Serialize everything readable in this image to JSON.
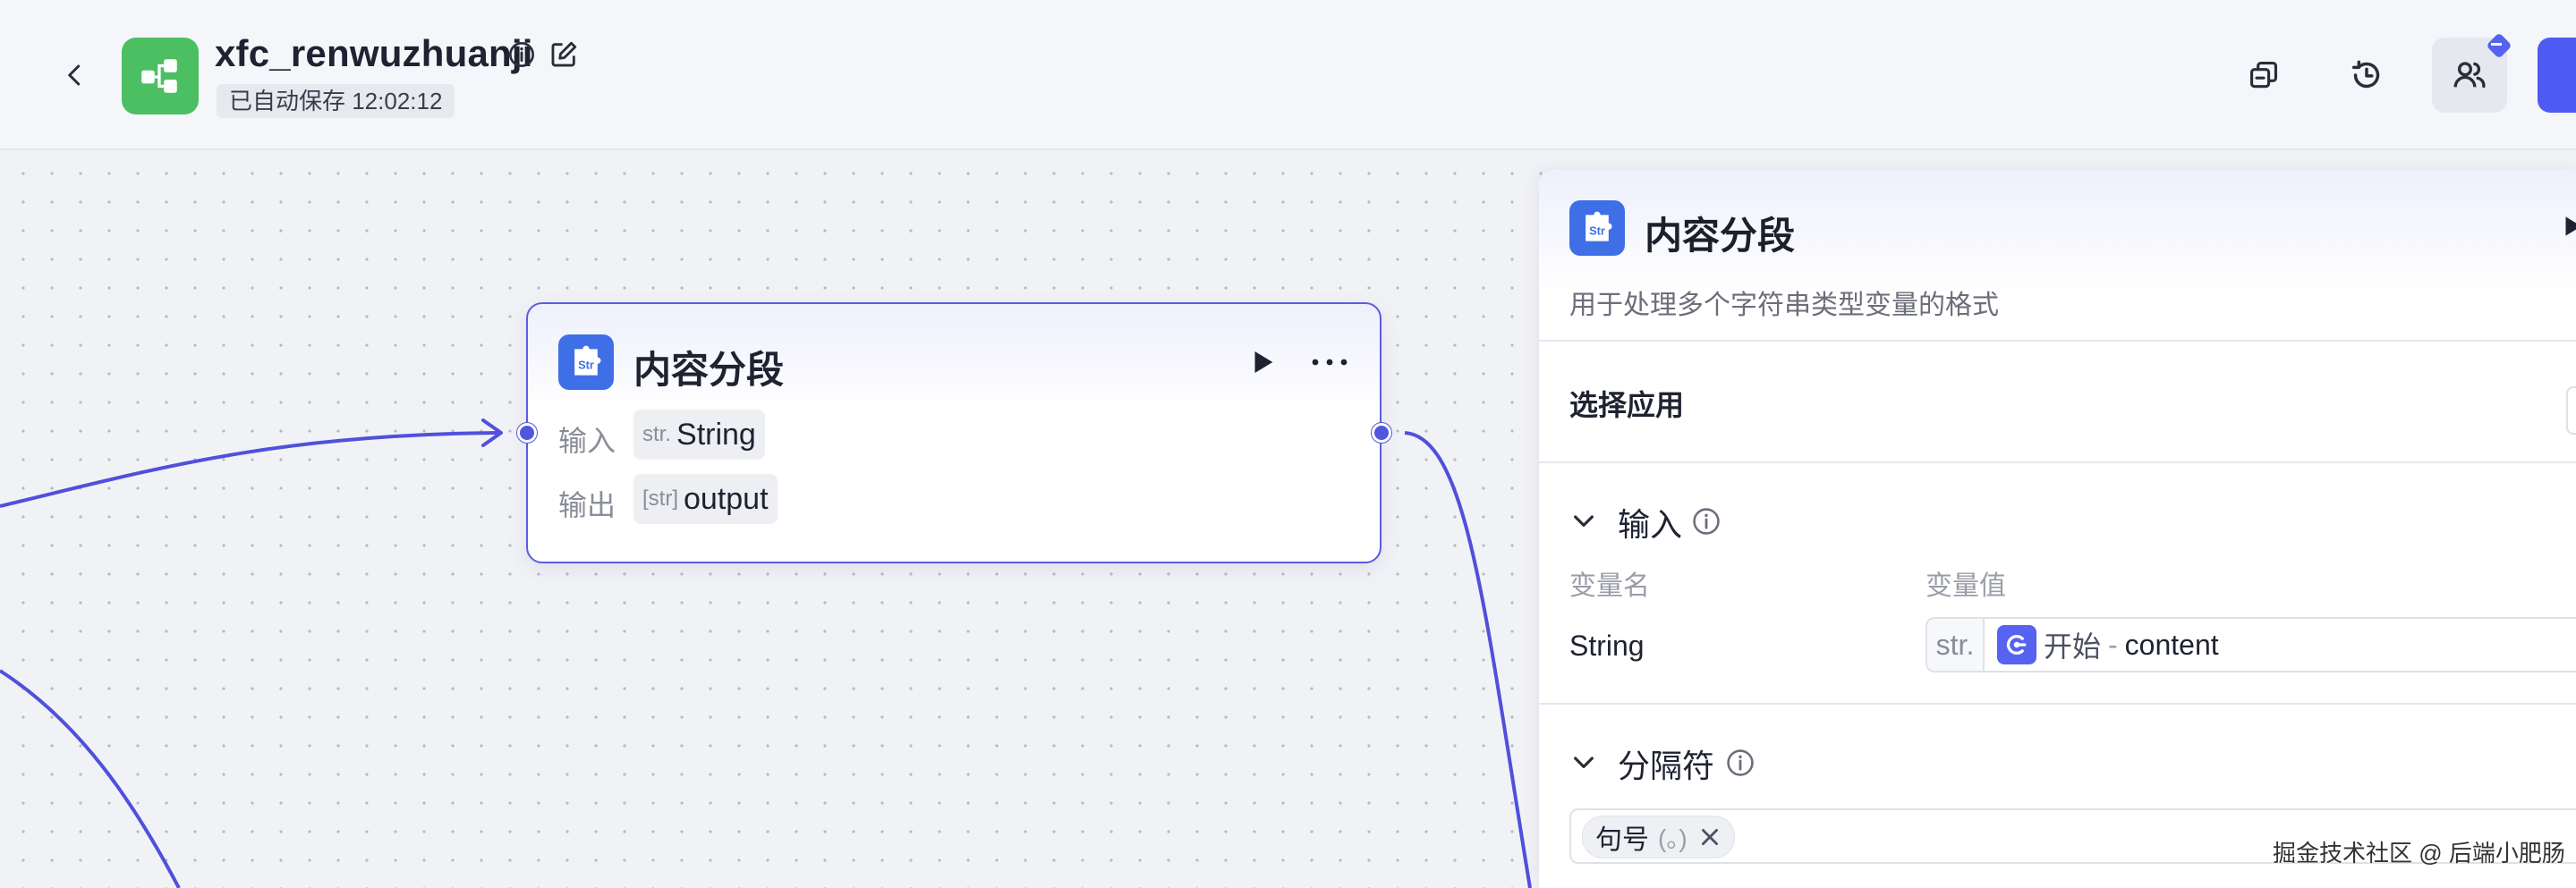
{
  "header": {
    "app_name": "xfc_renwuzhuanji",
    "autosave": "已自动保存 12:02:12"
  },
  "node": {
    "title": "内容分段",
    "input_label": "输入",
    "input_type": "str.",
    "input_value": "String",
    "output_label": "输出",
    "output_type": "[str]",
    "output_value": "output"
  },
  "panel": {
    "title": "内容分段",
    "description": "用于处理多个字符串类型变量的格式",
    "select_app_label": "选择应用",
    "input_section": {
      "title": "输入",
      "col_name": "变量名",
      "col_value": "变量值",
      "var_name": "String",
      "var_type": "str.",
      "ref_node": "开始",
      "ref_sep": "-",
      "ref_field": "content"
    },
    "separator_section": {
      "title": "分隔符",
      "tag_label": "句号",
      "tag_symbol": "(。)"
    }
  },
  "watermark": "掘金技术社区 @ 后端小肥肠",
  "colors": {
    "accent": "#4f56e0",
    "app_logo": "#4cbf63",
    "node_icon": "#3f6fe6",
    "edge": "#5050dc"
  },
  "icons": {
    "back": "chevron-left-icon",
    "info": "info-icon",
    "edit": "edit-icon",
    "copy": "copy-icon",
    "history": "history-icon",
    "collab": "users-icon",
    "run": "play-icon",
    "more": "more-icon"
  }
}
